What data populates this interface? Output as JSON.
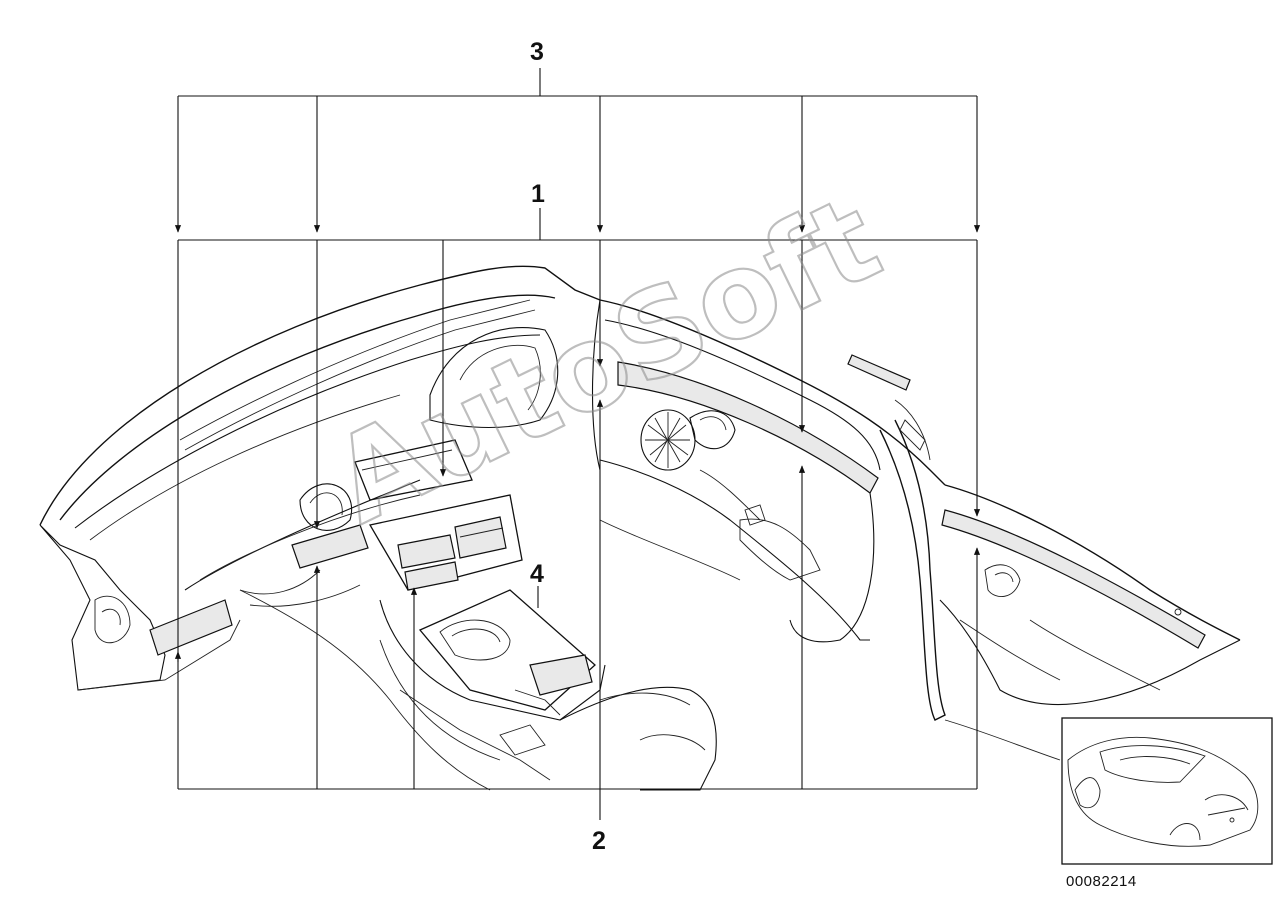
{
  "callouts": {
    "c1": "1",
    "c2": "2",
    "c3": "3",
    "c4": "4"
  },
  "part_number": "00082214",
  "watermark": "AutoSoft",
  "colors": {
    "line": "#111111",
    "background": "#ffffff",
    "watermark": "#8a8a8a"
  }
}
